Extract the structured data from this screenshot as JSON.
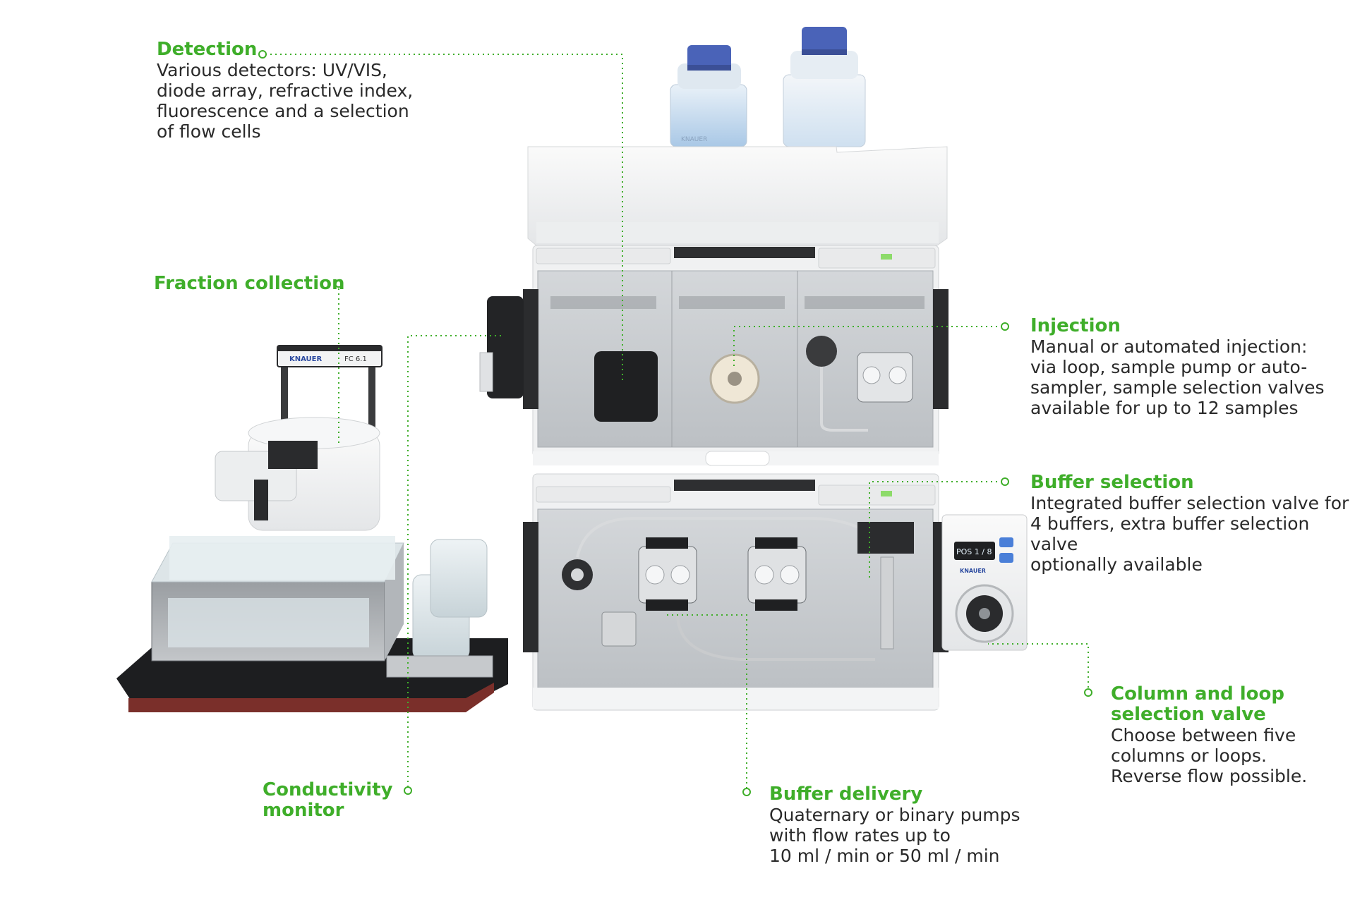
{
  "callouts": {
    "detection": {
      "title": "Detection",
      "lines": [
        "Various detectors: UV/VIS,",
        "diode array, refractive index,",
        "fluorescence and a selection",
        "of flow cells"
      ]
    },
    "fraction_collection": {
      "title": "Fraction collection"
    },
    "conductivity_monitor": {
      "title_lines": [
        "Conductivity",
        "monitor"
      ]
    },
    "injection": {
      "title": "Injection",
      "lines": [
        "Manual or automated injection:",
        "via loop, sample pump or auto-",
        "sampler, sample selection valves",
        "available for up to 12 samples"
      ]
    },
    "buffer_selection": {
      "title": "Buffer selection",
      "lines": [
        "Integrated buffer selection valve for",
        "4 buffers, extra buffer selection valve",
        "optionally available"
      ]
    },
    "column_loop": {
      "title_lines": [
        "Column and loop",
        "selection valve"
      ],
      "lines": [
        "Choose between five",
        "columns or loops.",
        "Reverse flow possible."
      ]
    },
    "buffer_delivery": {
      "title": "Buffer delivery",
      "lines": [
        "Quaternary or binary pumps",
        "with flow rates up to",
        "10 ml / min or 50 ml / min"
      ]
    }
  },
  "device_labels": {
    "fraction_collector_brand": "KNAUER",
    "fraction_collector_model": "FC 6.1",
    "valve_brand": "KNAUER",
    "valve_display": "POS 1 / 8",
    "bottle_brand": "KNAUER"
  },
  "colors": {
    "accent_green": "#3fae2a",
    "text": "#2a2a2a",
    "panel_grey": "#c9cdd1",
    "frame_white": "#f3f4f5",
    "bottle_cap": "#4a63b8",
    "tray_red": "#7a2f2a"
  }
}
